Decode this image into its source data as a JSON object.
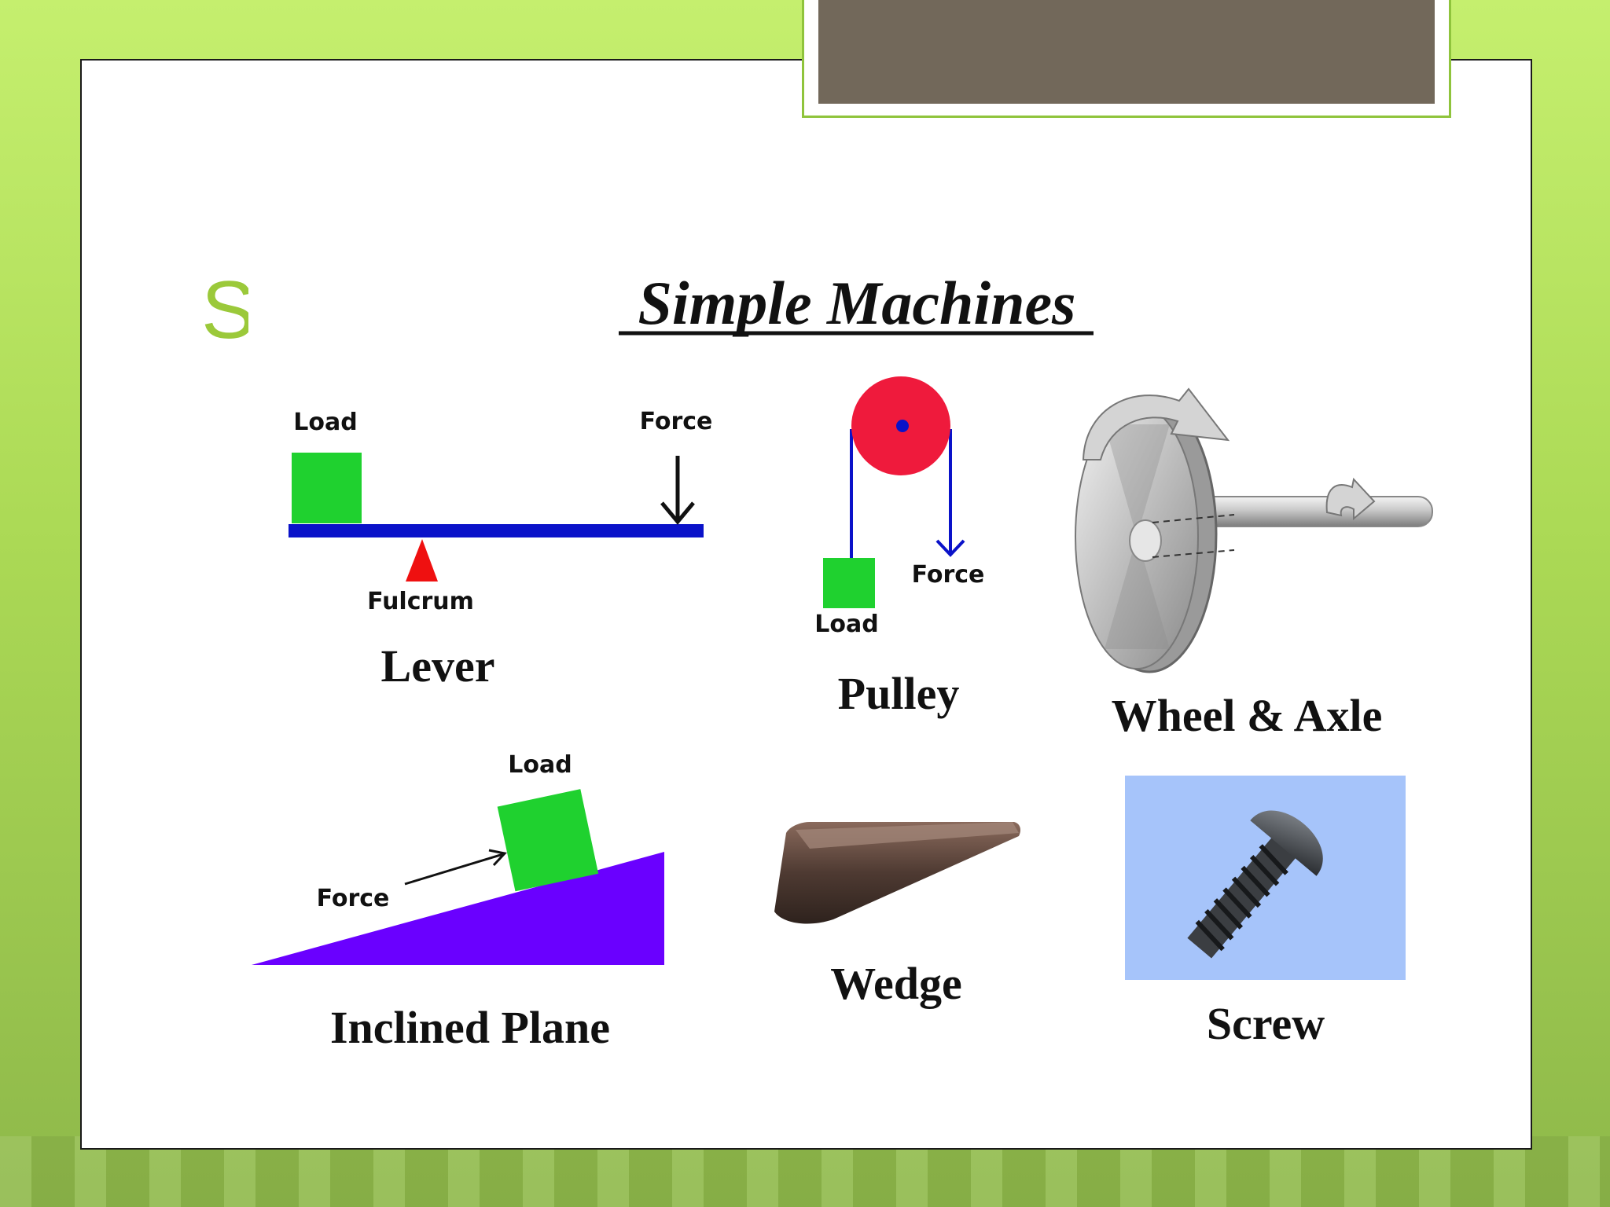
{
  "slide": {
    "heading_fragment": "S",
    "title_box_text": ""
  },
  "diagram": {
    "title": "Simple Machines",
    "lever": {
      "caption": "Lever",
      "load_label": "Load",
      "force_label": "Force",
      "fulcrum_label": "Fulcrum"
    },
    "pulley": {
      "caption": "Pulley",
      "load_label": "Load",
      "force_label": "Force"
    },
    "wheel_axle": {
      "caption": "Wheel & Axle"
    },
    "inclined_plane": {
      "caption": "Inclined Plane",
      "load_label": "Load",
      "force_label": "Force"
    },
    "wedge": {
      "caption": "Wedge"
    },
    "screw": {
      "caption": "Screw"
    }
  },
  "colors": {
    "background_green": "#b5e35f",
    "heading_green": "#9bc93a",
    "title_box_fill": "#72685a",
    "load_green": "#1fd12f",
    "lever_blue": "#0a12c9",
    "fulcrum_red": "#ef1010",
    "pulley_red": "#ef1a3c",
    "incline_purple": "#6a00ff",
    "screw_bg": "#a6c4fa"
  }
}
